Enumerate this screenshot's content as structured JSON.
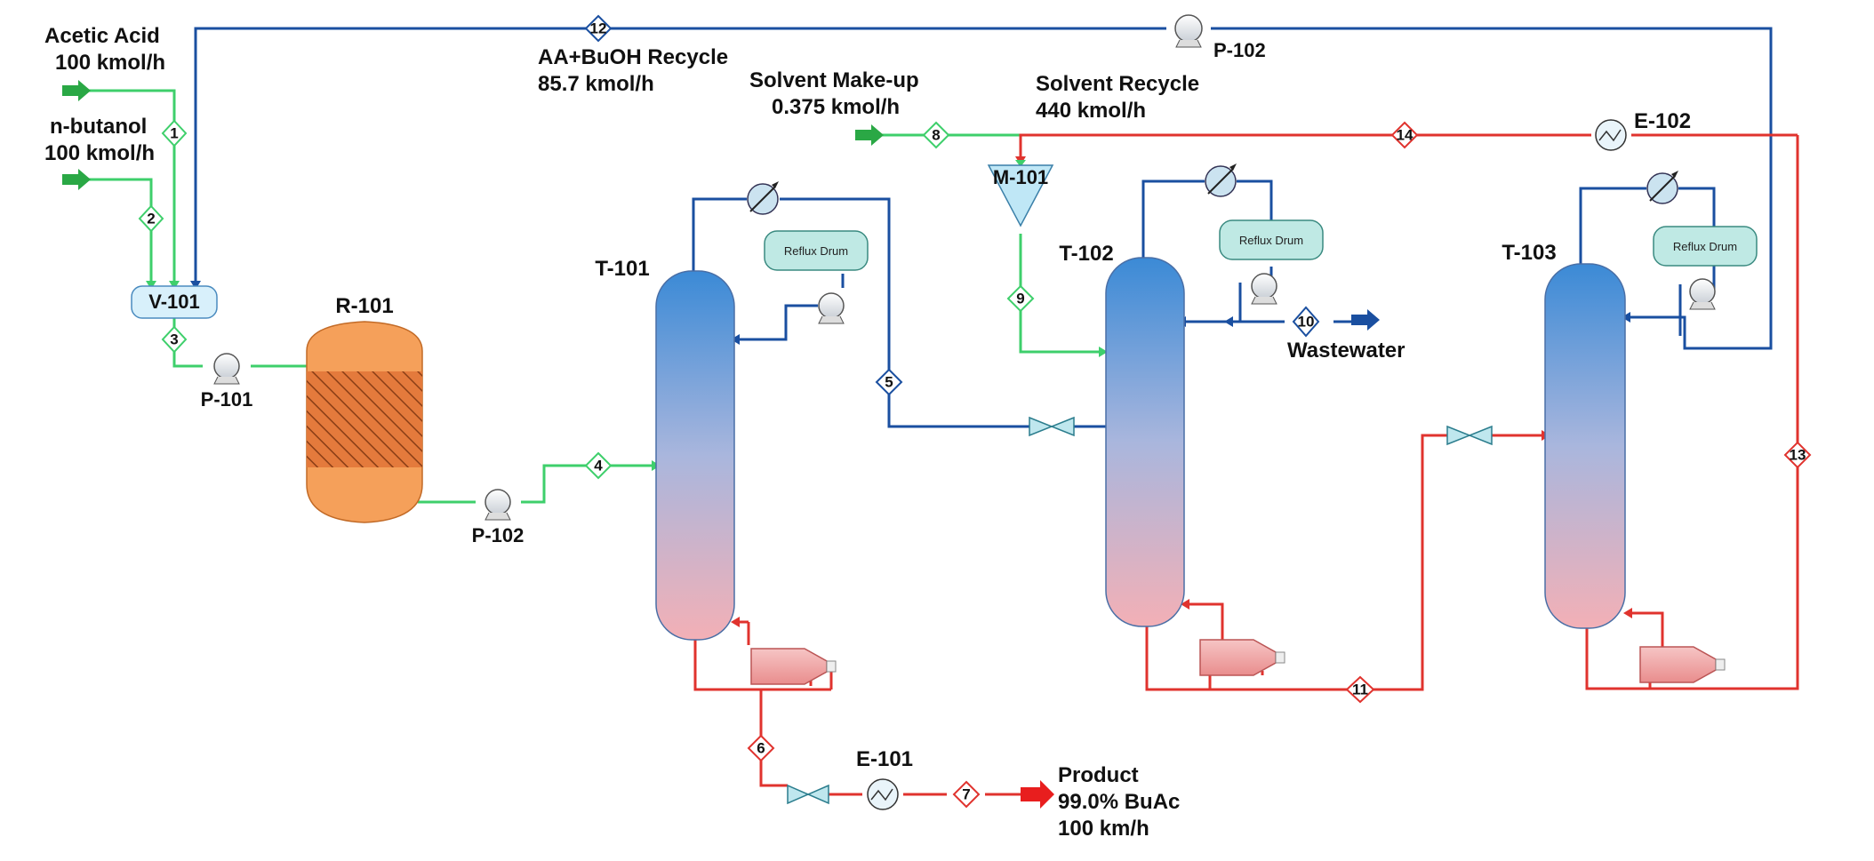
{
  "labels": {
    "acetic_acid": "Acetic Acid",
    "acetic_acid_flow": "100 kmol/h",
    "butanol": "n-butanol",
    "butanol_flow": "100 kmol/h",
    "recycle": "AA+BuOH Recycle",
    "recycle_flow": "85.7 kmol/h",
    "solvent_makeup": "Solvent Make-up",
    "solvent_makeup_flow": "0.375 kmol/h",
    "solvent_recycle": "Solvent Recycle",
    "solvent_recycle_flow": "440 kmol/h",
    "wastewater": "Wastewater",
    "product": "Product",
    "product_purity": "99.0% BuAc",
    "product_flow": "100 km/h"
  },
  "units": {
    "v101": "V-101",
    "r101": "R-101",
    "p101": "P-101",
    "p102a": "P-102",
    "p102b": "P-102",
    "t101": "T-101",
    "t102": "T-102",
    "t103": "T-103",
    "m101": "M-101",
    "e101": "E-101",
    "e102": "E-102",
    "reflux_drum": "Reflux Drum"
  },
  "streams": [
    "1",
    "2",
    "3",
    "4",
    "5",
    "6",
    "7",
    "8",
    "9",
    "10",
    "11",
    "12",
    "13",
    "14"
  ],
  "colors": {
    "feed": "#3ecf6b",
    "overhead": "#1a4fa0",
    "bottoms": "#e0332e",
    "reactor": "#f5a05a",
    "column_top": "#3f8fd8",
    "column_bottom": "#f0b2b8"
  }
}
